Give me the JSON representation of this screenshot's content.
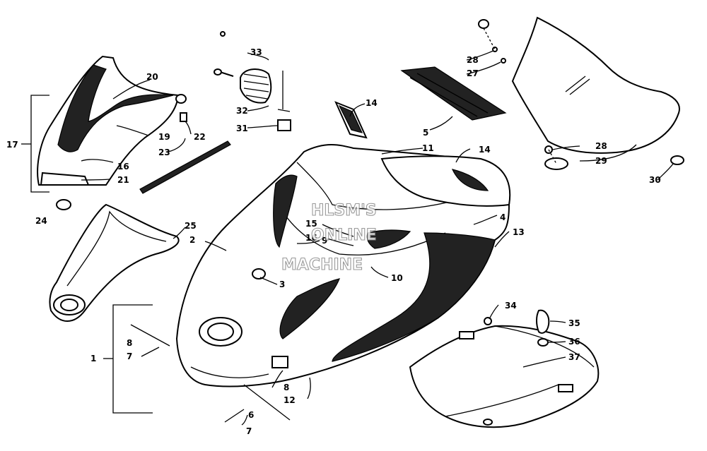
{
  "diagram": {
    "callouts": [
      "1",
      "2",
      "3",
      "4",
      "5",
      "6",
      "7",
      "7",
      "8",
      "8",
      "9",
      "10",
      "11",
      "12",
      "13",
      "14",
      "14",
      "15",
      "16",
      "16",
      "17",
      "19",
      "20",
      "21",
      "22",
      "23",
      "24",
      "25",
      "27",
      "28",
      "28",
      "29",
      "30",
      "31",
      "32",
      "33",
      "34",
      "35",
      "36",
      "37"
    ],
    "watermark": [
      "HLSM'S",
      "ONLINE",
      "MACHINE"
    ]
  }
}
